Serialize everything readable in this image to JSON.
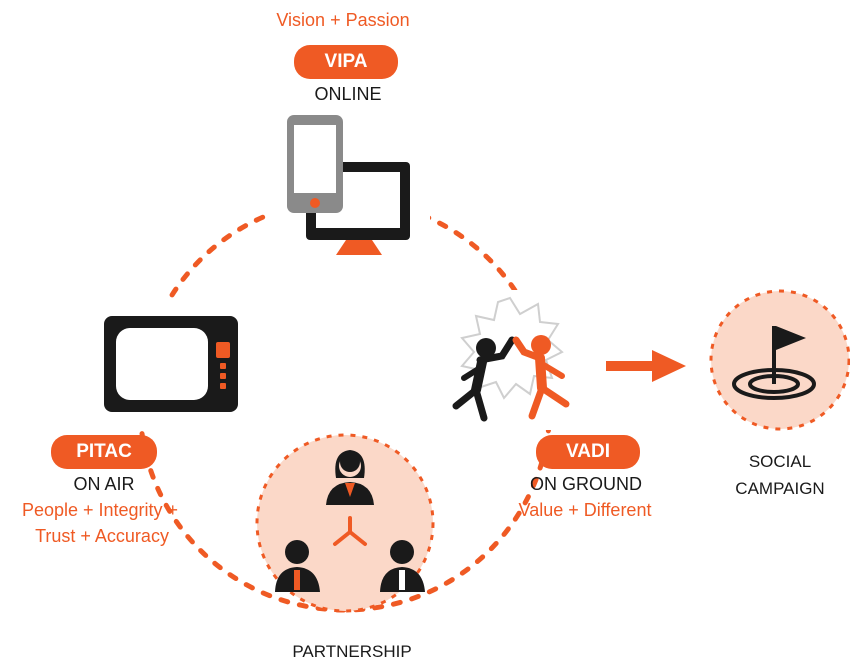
{
  "vipa": {
    "tagline": "Vision + Passion",
    "badge": "VIPA",
    "channel": "ONLINE"
  },
  "pitac": {
    "badge": "PITAC",
    "channel": "ON AIR",
    "values_line1": "People + Integrity +",
    "values_line2": "Trust + Accuracy"
  },
  "vadi": {
    "badge": "VADI",
    "channel": "ON GROUND",
    "values": "Value + Different"
  },
  "partnership": {
    "label": "PARTNERSHIP"
  },
  "social": {
    "line1": "SOCIAL",
    "line2": "CAMPAIGN"
  },
  "colors": {
    "accent": "#ef5a24",
    "light_fill": "#fbd8c8",
    "dark": "#1a1a1a",
    "grey": "#8a8a8a"
  },
  "icons": [
    "phone-icon",
    "monitor-icon",
    "tv-icon",
    "high-five-icon",
    "people-network-icon",
    "flag-target-icon",
    "arrow-right-icon"
  ]
}
